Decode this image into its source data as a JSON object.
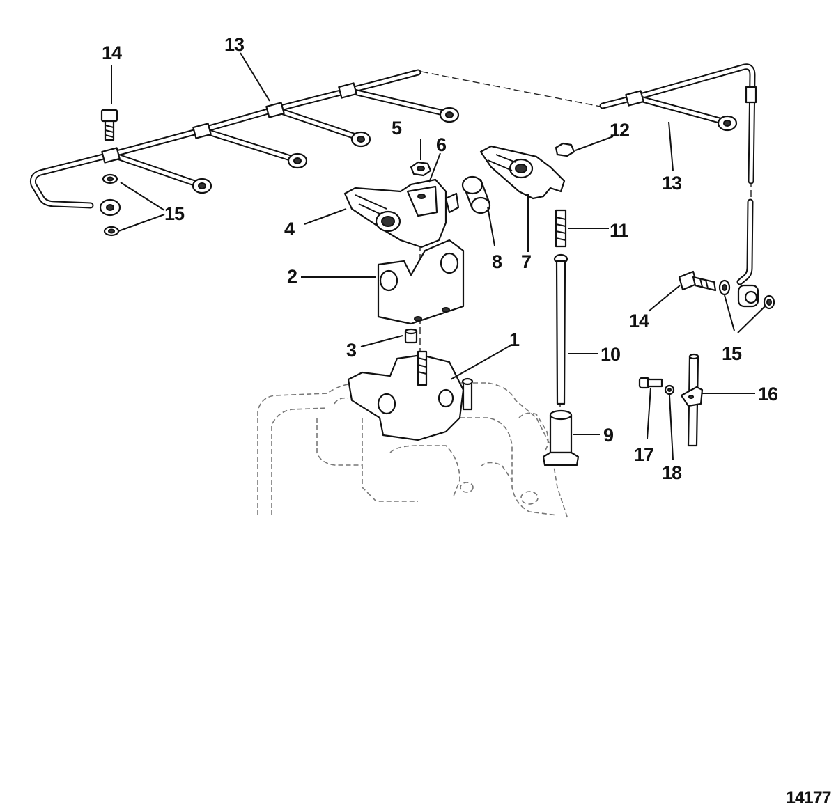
{
  "callouts": {
    "c1": "1",
    "c2": "2",
    "c3": "3",
    "c4": "4",
    "c5": "5",
    "c6": "6",
    "c7": "7",
    "c8": "8",
    "c9": "9",
    "c10": "10",
    "c11": "11",
    "c12": "12",
    "c13a": "13",
    "c13b": "13",
    "c14a": "14",
    "c14b": "14",
    "c15a": "15",
    "c15b": "15",
    "c16": "16",
    "c17": "17",
    "c18": "18"
  },
  "figure_number": "14177"
}
